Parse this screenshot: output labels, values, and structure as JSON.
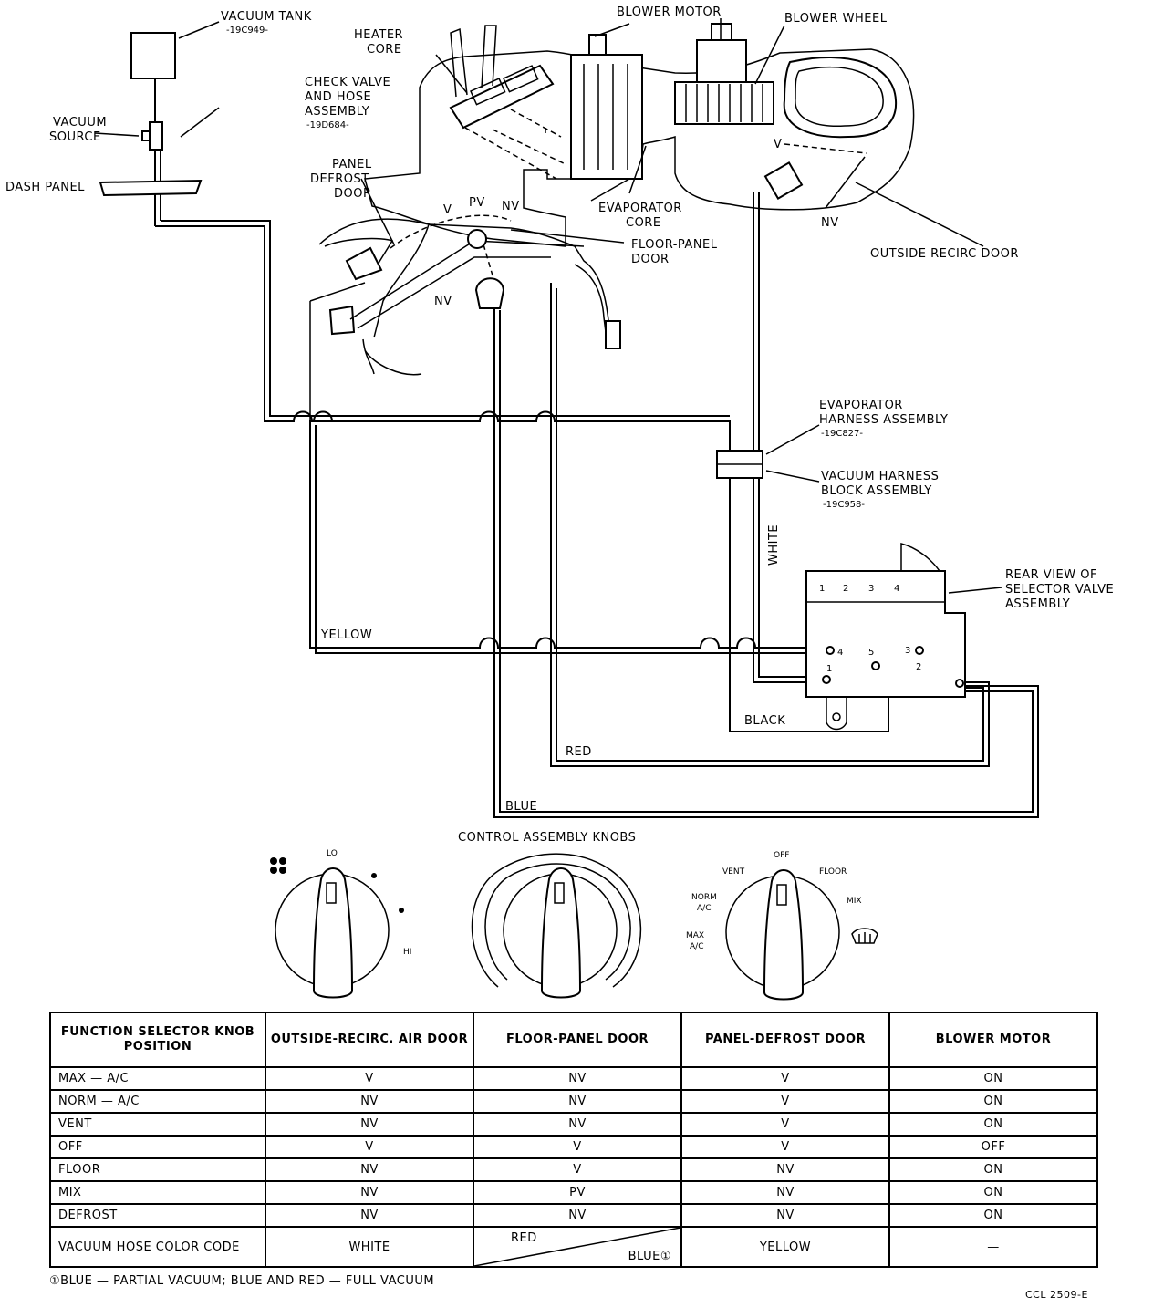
{
  "labels": {
    "vacuum_tank": "VACUUM TANK",
    "vacuum_tank_pn": "-19C949-",
    "vacuum_source_1": "VACUUM",
    "vacuum_source_2": "SOURCE",
    "dash_panel": "DASH PANEL",
    "check_valve_1": "CHECK VALVE",
    "check_valve_2": "AND HOSE",
    "check_valve_3": "ASSEMBLY",
    "check_valve_pn": "-19D684-",
    "heater_core_1": "HEATER",
    "heater_core_2": "CORE",
    "blower_motor": "BLOWER MOTOR",
    "blower_wheel": "BLOWER WHEEL",
    "panel_defrost_1": "PANEL",
    "panel_defrost_2": "DEFROST",
    "panel_defrost_3": "DOOR",
    "evaporator_core_1": "EVAPORATOR",
    "evaporator_core_2": "CORE",
    "floor_panel_door_1": "FLOOR-PANEL",
    "floor_panel_door_2": "DOOR",
    "outside_recirc_door": "OUTSIDE RECIRC DOOR",
    "evap_harness_1": "EVAPORATOR",
    "evap_harness_2": "HARNESS ASSEMBLY",
    "evap_harness_pn": "-19C827-",
    "vac_harness_1": "VACUUM HARNESS",
    "vac_harness_2": "BLOCK ASSEMBLY",
    "vac_harness_pn": "-19C958-",
    "rear_view_1": "REAR VIEW OF",
    "rear_view_2": "SELECTOR VALVE",
    "rear_view_3": "ASSEMBLY",
    "control_knobs": "CONTROL ASSEMBLY KNOBS"
  },
  "door_marks": {
    "v": "V",
    "pv": "PV",
    "nv": "NV"
  },
  "hoses": {
    "yellow": "YELLOW",
    "white": "WHITE",
    "black": "BLACK",
    "red": "RED",
    "blue": "BLUE"
  },
  "selector_ports": {
    "top": [
      "1",
      "2",
      "3",
      "4"
    ],
    "p4": "4",
    "p5": "5",
    "p3": "3",
    "p1": "1",
    "p2": "2"
  },
  "knobs": {
    "blower_lo": "LO",
    "blower_hi": "HI",
    "func_off": "OFF",
    "func_vent": "VENT",
    "func_floor": "FLOOR",
    "func_norm_1": "NORM",
    "func_norm_2": "A/C",
    "func_mix": "MIX",
    "func_max_1": "MAX",
    "func_max_2": "A/C"
  },
  "table": {
    "headers": [
      "FUNCTION SELECTOR KNOB POSITION",
      "OUTSIDE-RECIRC. AIR DOOR",
      "FLOOR-PANEL DOOR",
      "PANEL-DEFROST DOOR",
      "BLOWER MOTOR"
    ],
    "rows": [
      [
        "MAX — A/C",
        "V",
        "NV",
        "V",
        "ON"
      ],
      [
        "NORM — A/C",
        "NV",
        "NV",
        "V",
        "ON"
      ],
      [
        "VENT",
        "NV",
        "NV",
        "V",
        "ON"
      ],
      [
        "OFF",
        "V",
        "V",
        "V",
        "OFF"
      ],
      [
        "FLOOR",
        "NV",
        "V",
        "NV",
        "ON"
      ],
      [
        "MIX",
        "NV",
        "PV",
        "NV",
        "ON"
      ],
      [
        "DEFROST",
        "NV",
        "NV",
        "NV",
        "ON"
      ]
    ],
    "color_row": {
      "label": "VACUUM HOSE COLOR CODE",
      "outside": "WHITE",
      "floor_red": "RED",
      "floor_blue": "BLUE①",
      "panel": "YELLOW",
      "blower": "—"
    }
  },
  "footnote": "①BLUE — PARTIAL VACUUM; BLUE AND RED — FULL VACUUM",
  "figure_id": "CCL 2509-E"
}
